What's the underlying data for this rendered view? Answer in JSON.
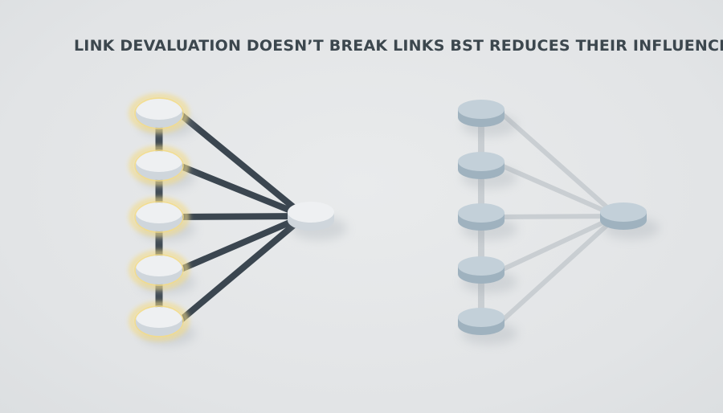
{
  "headline": "LINK DEVALUATION DOESN’T BREAK LINKS BST REDUCES THEIR INFLUENCE",
  "panels": [
    {
      "id": "strong",
      "state": "full-influence",
      "source_count": 5,
      "colors": {
        "link": "#3b4650",
        "node_top": "#eef0f2",
        "node_side": "#cfd6dc",
        "glow": "#f3dc8a"
      },
      "glow": true
    },
    {
      "id": "devalued",
      "state": "reduced-influence",
      "source_count": 5,
      "colors": {
        "link": "#c9ced2",
        "node_top": "#c3d0d9",
        "node_side": "#9fb2bf",
        "glow": null
      },
      "glow": false
    }
  ]
}
